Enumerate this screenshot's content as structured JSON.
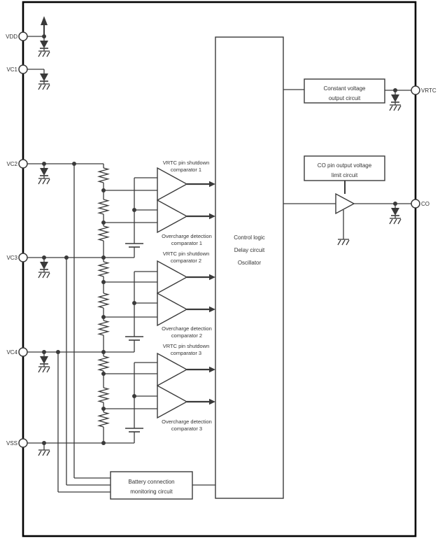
{
  "pins": {
    "left": [
      "VDD",
      "VC1",
      "VC2",
      "VC3",
      "VC4",
      "VSS"
    ],
    "right": [
      "VRTC",
      "CO"
    ]
  },
  "blocks": {
    "constant_voltage": {
      "line1": "Constant voltage",
      "line2": "output circuit"
    },
    "co_limit": {
      "line1": "CO pin output voltage",
      "line2": "limit circuit"
    },
    "control": {
      "line1": "Control logic",
      "line2": "Delay circuit",
      "line3": "Oscillator"
    },
    "battery_monitor": {
      "line1": "Battery connection",
      "line2": "monitoring circuit"
    }
  },
  "comparators": [
    {
      "line1": "VRTC pin shutdown",
      "line2": "comparator 1"
    },
    {
      "line1": "Overcharge detection",
      "line2": "comparator 1"
    },
    {
      "line1": "VRTC pin shutdown",
      "line2": "comparator 2"
    },
    {
      "line1": "Overcharge detection",
      "line2": "comparator 2"
    },
    {
      "line1": "VRTC pin shutdown",
      "line2": "comparator 3"
    },
    {
      "line1": "Overcharge detection",
      "line2": "comparator 3"
    }
  ],
  "colors": {
    "background": "#ffffff",
    "line": "#3a3a3a",
    "outline": "#000000",
    "text": "#333333"
  }
}
